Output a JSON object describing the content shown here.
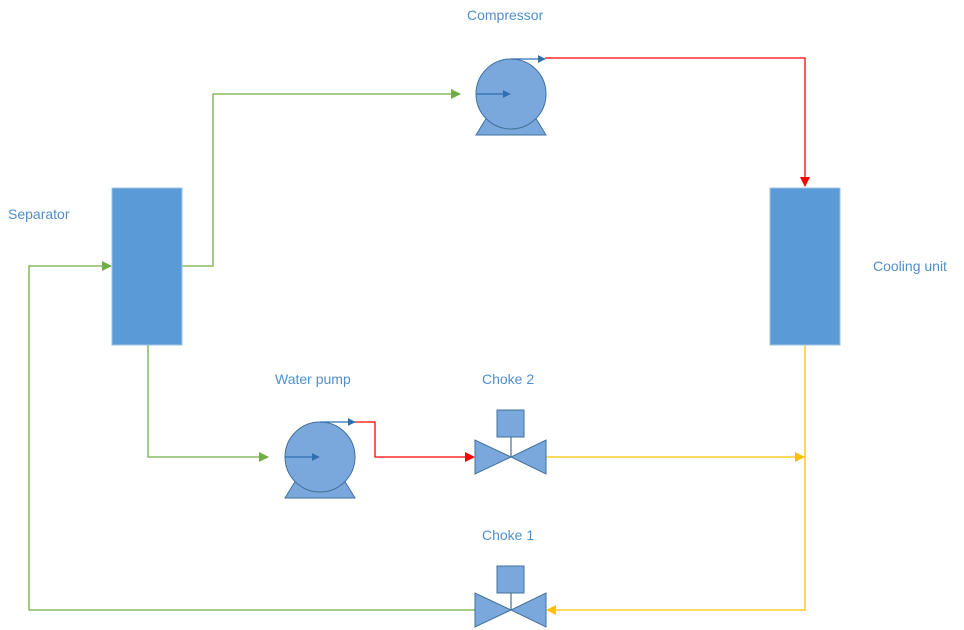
{
  "labels": {
    "separator": "Separator",
    "compressor": "Compressor",
    "cooling_unit": "Cooling unit",
    "water_pump": "Water pump",
    "choke_2": "Choke 2",
    "choke_1": "Choke 1"
  },
  "colors": {
    "equipment_fill": "#5b9bd5",
    "equipment_stroke": "#41719c",
    "pump_fill": "#7aa8dc",
    "label": "#4f8fcc",
    "line_green": "#70ad47",
    "line_red": "#ff0000",
    "line_yellow": "#ffc000"
  }
}
